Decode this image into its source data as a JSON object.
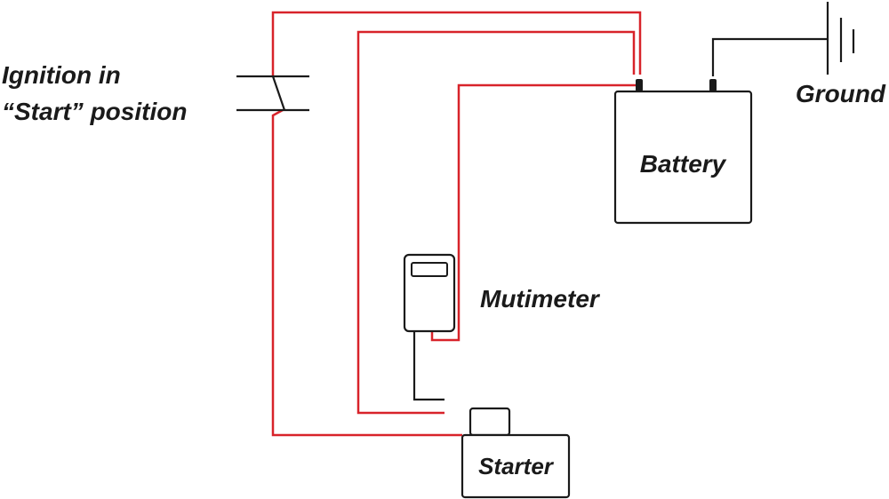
{
  "labels": {
    "ignition_line1": "Ignition in",
    "ignition_line2": "“Start” position",
    "ground": "Ground",
    "battery": "Battery",
    "multimeter": "Mutimeter",
    "starter": "Starter"
  },
  "colors": {
    "wire_positive": "#d8232a",
    "wire_neutral": "#1a1a1a",
    "component_outline": "#1a1a1a"
  }
}
